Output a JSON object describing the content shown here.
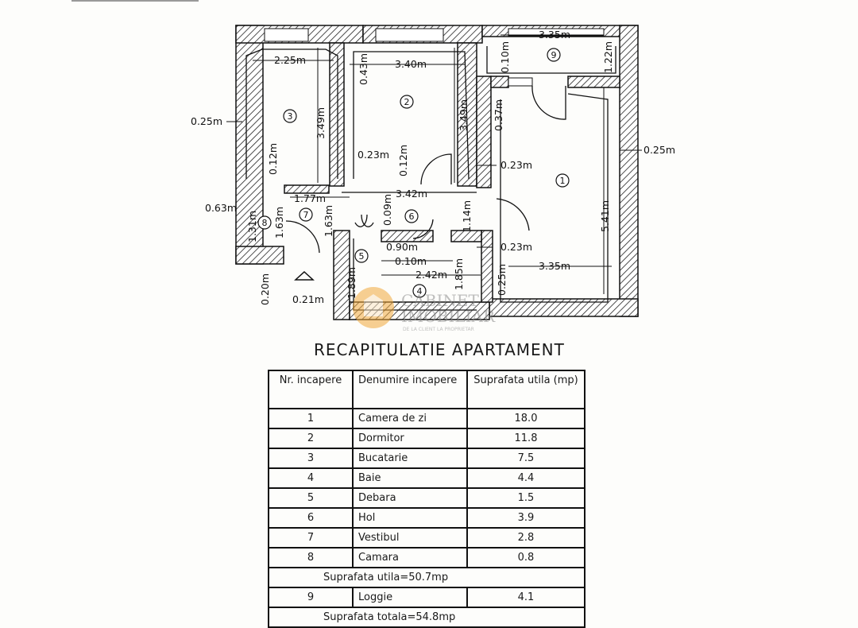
{
  "plan": {
    "dimensions": [
      "2.25m",
      "3.40m",
      "3.35m",
      "0.10m",
      "0.43m",
      "1.22m",
      "0.25m",
      "3.49m",
      "3.49m",
      "0.37m",
      "0.25m",
      "0.12m",
      "0.23m",
      "0.12m",
      "0.23m",
      "1.77m",
      "3.42m",
      "0.63m",
      "1.63m",
      "1.31m",
      "1.63m",
      "0.09m",
      "1.14m",
      "0.90m",
      "0.10m",
      "0.23m",
      "2.42m",
      "1.85m",
      "1.89m",
      "3.35m",
      "5.41m",
      "0.25m",
      "0.20m",
      "0.21m"
    ],
    "room_numbers": [
      "1",
      "2",
      "3",
      "4",
      "5",
      "6",
      "7",
      "8",
      "9"
    ],
    "watermark": {
      "line1": "CABINET",
      "line2": "IMOBILIAR",
      "tagline": "DE LA CLIENT LA PROPRIETAR"
    }
  },
  "summary": {
    "title": "RECAPITULATIE APARTAMENT",
    "headers": {
      "nr": "Nr. incapere",
      "name": "Denumire incapere",
      "area": "Suprafata utila (mp)"
    },
    "rows": [
      {
        "nr": "1",
        "name": "Camera de zi",
        "area": "18.0"
      },
      {
        "nr": "2",
        "name": "Dormitor",
        "area": "11.8"
      },
      {
        "nr": "3",
        "name": "Bucatarie",
        "area": "7.5"
      },
      {
        "nr": "4",
        "name": "Baie",
        "area": "4.4"
      },
      {
        "nr": "5",
        "name": "Debara",
        "area": "1.5"
      },
      {
        "nr": "6",
        "name": "Hol",
        "area": "3.9"
      },
      {
        "nr": "7",
        "name": "Vestibul",
        "area": "2.8"
      },
      {
        "nr": "8",
        "name": "Camara",
        "area": "0.8"
      }
    ],
    "useful_total": "Suprafata utila=50.7mp",
    "loggia": {
      "nr": "9",
      "name": "Loggie",
      "area": "4.1"
    },
    "grand_total": "Suprafata totala=54.8mp"
  }
}
